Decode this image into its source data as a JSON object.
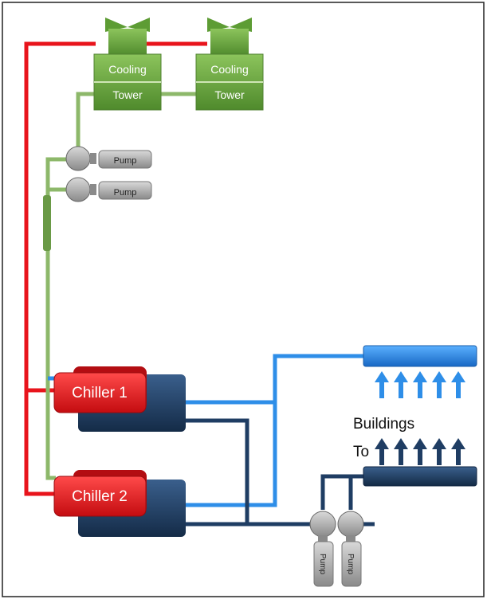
{
  "cooling_towers": [
    {
      "line1": "Cooling",
      "line2": "Tower"
    },
    {
      "line1": "Cooling",
      "line2": "Tower"
    }
  ],
  "condenser_pumps": [
    {
      "label": "Pump"
    },
    {
      "label": "Pump"
    }
  ],
  "chillers": [
    {
      "label": "Chiller 1"
    },
    {
      "label": "Chiller 2"
    }
  ],
  "chilled_pumps": [
    {
      "label": "Pump"
    },
    {
      "label": "Pump"
    }
  ],
  "buildings_label": "Buildings",
  "to_label": "To",
  "colors": {
    "hot_pipe": "#e8141c",
    "condenser_pipe": "#8db86a",
    "supply_pipe": "#2e8ee8",
    "return_pipe": "#1f3d63",
    "tower": "#6ea640",
    "chiller_front": "#e3151b",
    "chiller_back": "#1f3a5c",
    "pump": "#a8a8a8"
  }
}
